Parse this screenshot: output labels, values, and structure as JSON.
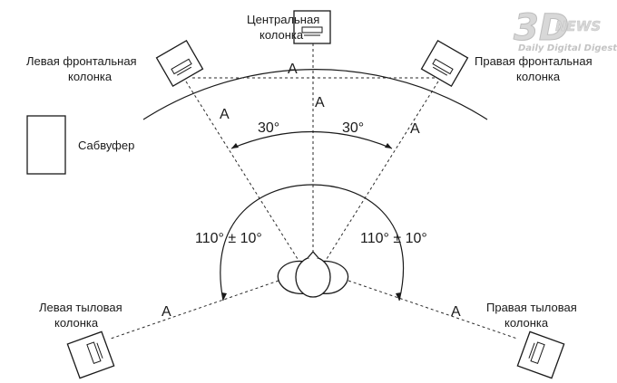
{
  "labels": {
    "center_speaker": [
      "Центральная",
      "колонка"
    ],
    "front_left": [
      "Левая фронтальная",
      "колонка"
    ],
    "front_right": [
      "Правая фронтальная",
      "колонка"
    ],
    "subwoofer": "Сабвуфер",
    "rear_left": [
      "Левая тыловая",
      "колонка"
    ],
    "rear_right": [
      "Правая тыловая",
      "колонка"
    ]
  },
  "distance_label": "A",
  "angles": {
    "front_left": "30°",
    "front_right": "30°",
    "rear_left": "110° ± 10°",
    "rear_right": "110° ± 10°"
  },
  "watermark": {
    "brand_3d": "3D",
    "brand_news": "NEWS",
    "tagline": "Daily Digital Digest"
  },
  "colors": {
    "line": "#1a1a1a",
    "watermark": "#c4c4c4"
  }
}
